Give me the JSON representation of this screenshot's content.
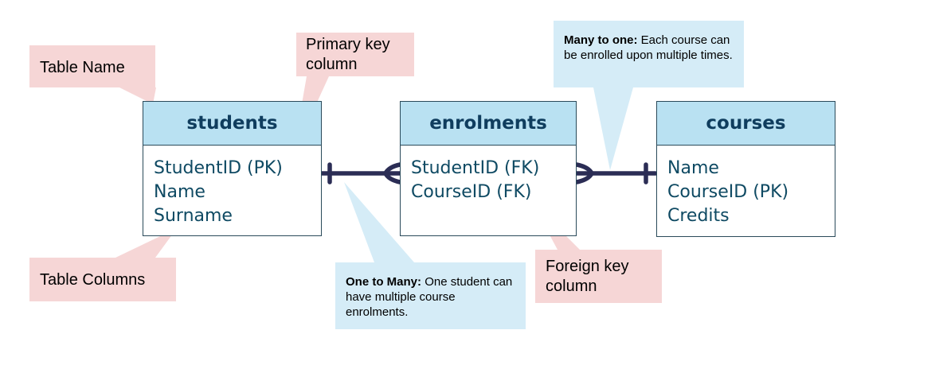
{
  "tables": [
    {
      "name": "students",
      "columns": [
        "StudentID (PK)",
        "Name",
        "Surname"
      ]
    },
    {
      "name": "enrolments",
      "columns": [
        "StudentID (FK)",
        "CourseID (FK)"
      ]
    },
    {
      "name": "courses",
      "columns": [
        "Name",
        "CourseID (PK)",
        "Credits"
      ]
    }
  ],
  "callouts": {
    "table_name": "Table Name",
    "primary_key": "Primary key column",
    "table_columns": "Table Columns",
    "foreign_key": "Foreign key column",
    "one_to_many": {
      "title": "One to Many:",
      "text": "One student can have multiple course enrolments."
    },
    "many_to_one": {
      "title": "Many to one:",
      "text": "Each course can be enrolled upon multiple times."
    }
  },
  "colors": {
    "pink_callout": "#f6d6d6",
    "blue_callout": "#d5ecf7",
    "table_header": "#b9e1f2",
    "connector": "#2b2d55"
  }
}
